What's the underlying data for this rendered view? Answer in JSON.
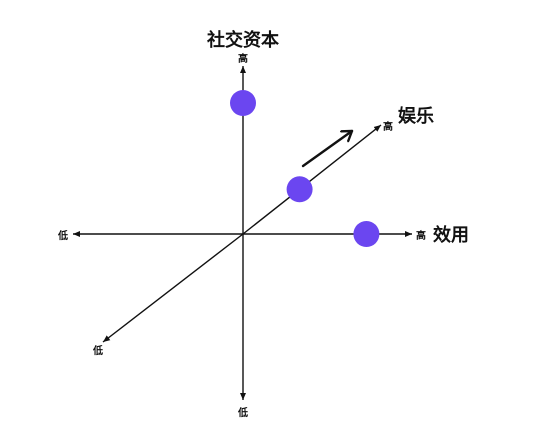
{
  "axes": {
    "vertical": {
      "title": "社交资本",
      "high": "高",
      "low": "低"
    },
    "horizontal": {
      "title": "效用",
      "high": "高",
      "low": "低"
    },
    "diagonal": {
      "title": "娱乐",
      "high": "高",
      "low": "低"
    }
  },
  "points": [
    {
      "name": "social-capital-point",
      "axis": "vertical",
      "value": 0.78
    },
    {
      "name": "entertainment-point",
      "axis": "diagonal",
      "value": 0.41
    },
    {
      "name": "utility-point",
      "axis": "horizontal",
      "value": 0.73
    }
  ],
  "colors": {
    "point": "#6B46F0",
    "ink": "#111111"
  }
}
